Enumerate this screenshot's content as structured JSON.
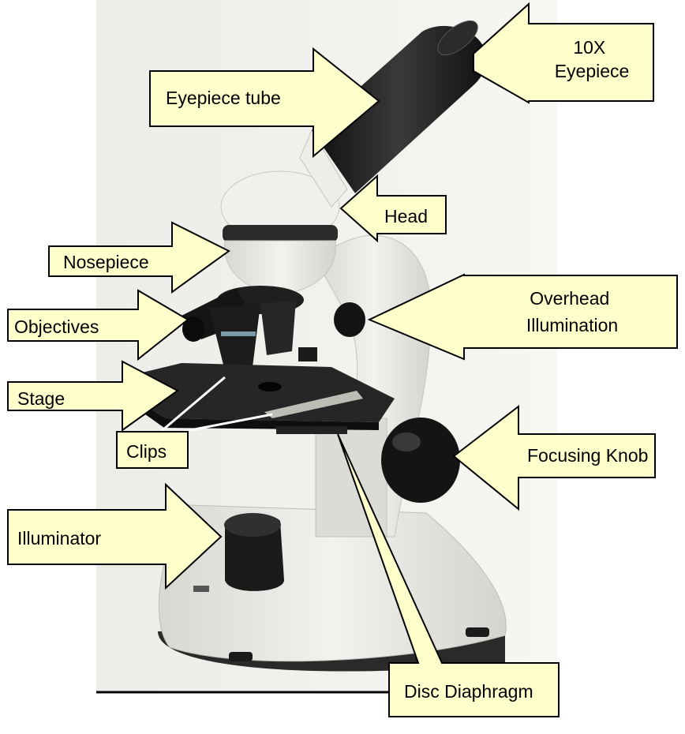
{
  "labels": {
    "eyepiece_10x_line1": "10X",
    "eyepiece_10x_line2": "Eyepiece",
    "eyepiece_tube": "Eyepiece tube",
    "head": "Head",
    "nosepiece": "Nosepiece",
    "objectives": "Objectives",
    "overhead_illumination_line1": "Overhead",
    "overhead_illumination_line2": "Illumination",
    "stage": "Stage",
    "clips": "Clips",
    "focusing_knob": "Focusing Knob",
    "illuminator": "Illuminator",
    "disc_diaphragm": "Disc Diaphragm"
  },
  "colors": {
    "callout_fill": "#ffffcc",
    "photo_background": "#f0f0ec",
    "microscope_body": "#e8e8e2",
    "microscope_dark": "#1c1c1c"
  }
}
